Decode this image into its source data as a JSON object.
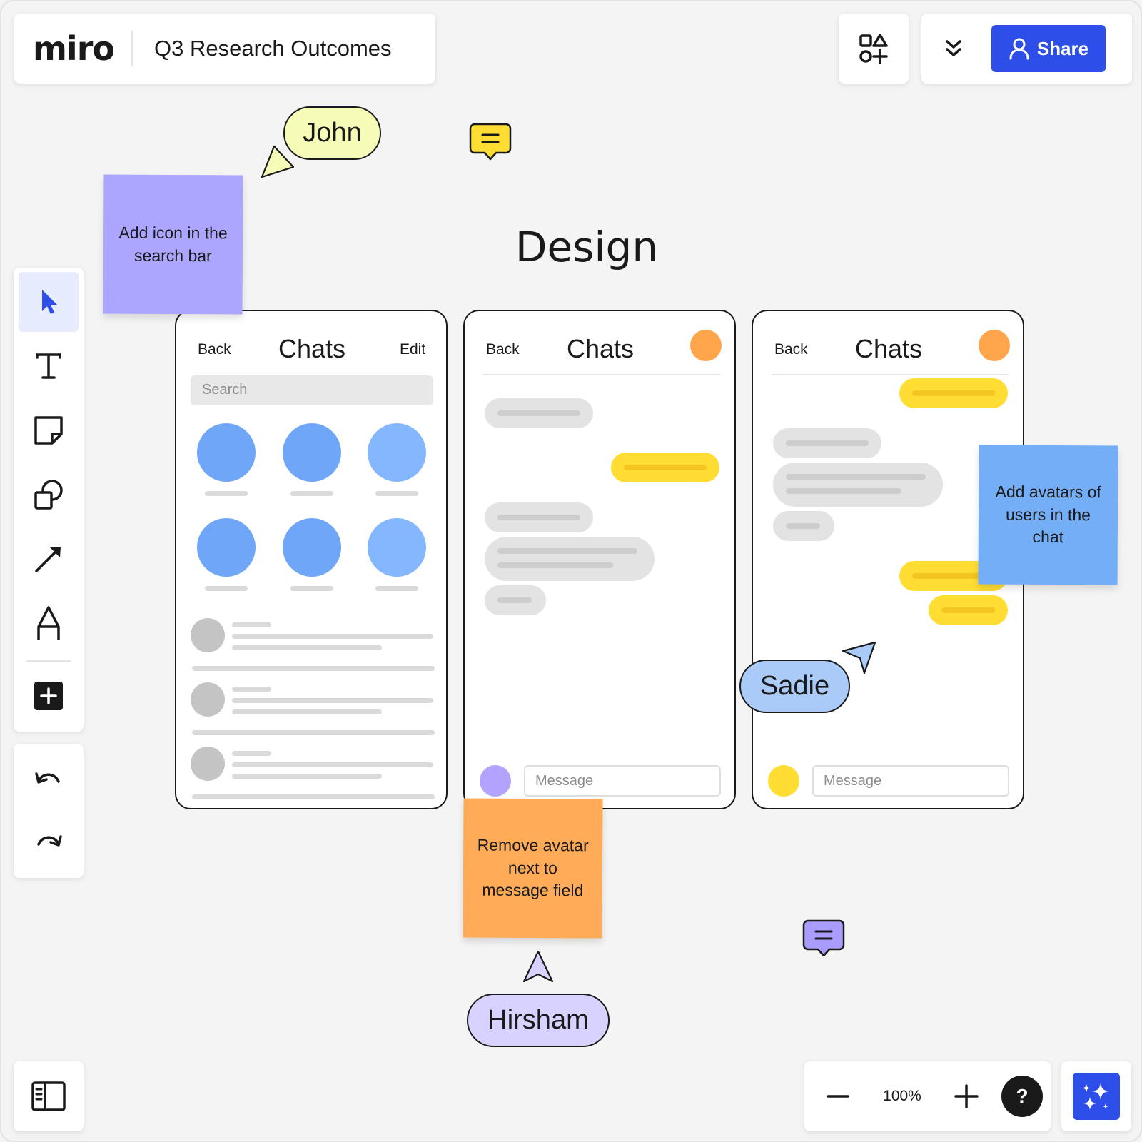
{
  "app": {
    "logo": "miro",
    "board_title": "Q3 Research Outcomes",
    "share_label": "Share",
    "accent_color": "#2d4ee8"
  },
  "toolbar": {
    "tools": [
      {
        "name": "select",
        "icon": "cursor-icon",
        "active": true
      },
      {
        "name": "text",
        "icon": "text-icon"
      },
      {
        "name": "sticky-note",
        "icon": "sticky-note-icon"
      },
      {
        "name": "shapes",
        "icon": "shapes-icon"
      },
      {
        "name": "connection-line",
        "icon": "arrow-line-icon"
      },
      {
        "name": "pen",
        "icon": "pen-icon"
      },
      {
        "name": "more-tools",
        "icon": "plus-icon"
      }
    ],
    "history": [
      {
        "name": "undo",
        "icon": "undo-icon"
      },
      {
        "name": "redo",
        "icon": "redo-icon"
      }
    ]
  },
  "zoom": {
    "value": "100%"
  },
  "help": {
    "label": "?"
  },
  "canvas": {
    "heading": "Design",
    "phones": [
      {
        "back": "Back",
        "title": "Chats",
        "edit": "Edit",
        "search_placeholder": "Search"
      },
      {
        "back": "Back",
        "title": "Chats",
        "message_placeholder": "Message",
        "avatar_color": "#b3a3ff"
      },
      {
        "back": "Back",
        "title": "Chats",
        "message_placeholder": "Message",
        "avatar_color": "#ffdd33"
      }
    ],
    "stickies": [
      {
        "text": "Add icon in the search bar",
        "color": "#aba6ff"
      },
      {
        "text": "Add avatars of users in the chat",
        "color": "#74aef7"
      },
      {
        "text": "Remove avatar next to message field",
        "color": "#ffab57"
      }
    ],
    "cursors": [
      {
        "name": "John",
        "color": "#f6fcb7"
      },
      {
        "name": "Sadie",
        "color": "#aacbf8"
      },
      {
        "name": "Hirsham",
        "color": "#d7d2ff"
      }
    ],
    "comments": [
      {
        "icon": "comment-icon",
        "color": "#ffdd33"
      },
      {
        "icon": "comment-icon",
        "color": "#a99cff"
      }
    ]
  }
}
